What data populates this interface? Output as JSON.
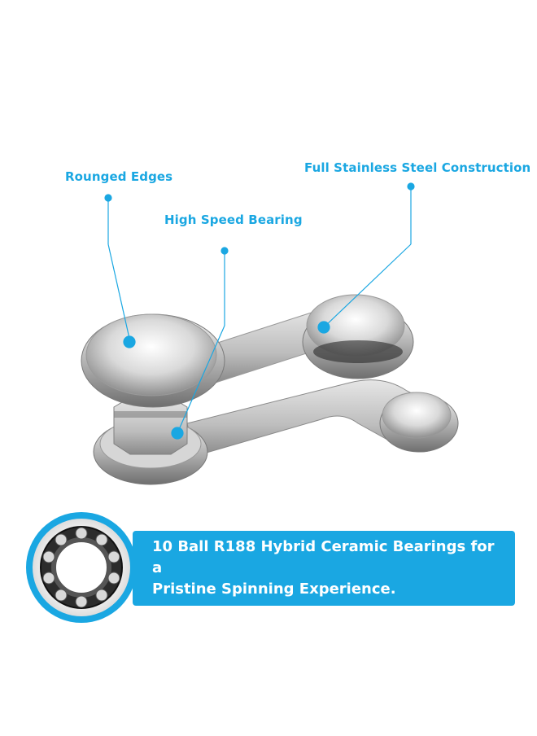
{
  "colors": {
    "accent": "#1aa7e2",
    "banner_bg": "#1aa7e2",
    "banner_text": "#ffffff",
    "metal_light": "#f3f3f3",
    "metal_dark": "#9c9c9c"
  },
  "callouts": {
    "rounded_edges": "Rounged Edges",
    "high_speed_bearing": "High Speed Bearing",
    "stainless_steel": "Full Stainless Steel Construction"
  },
  "banner": {
    "line1": "10 Ball R188 Hybrid Ceramic Bearings for a",
    "line2": "Pristine Spinning Experience."
  },
  "icons": {
    "product": "fidget-spinner-image",
    "bearing": "ball-bearing-icon"
  }
}
